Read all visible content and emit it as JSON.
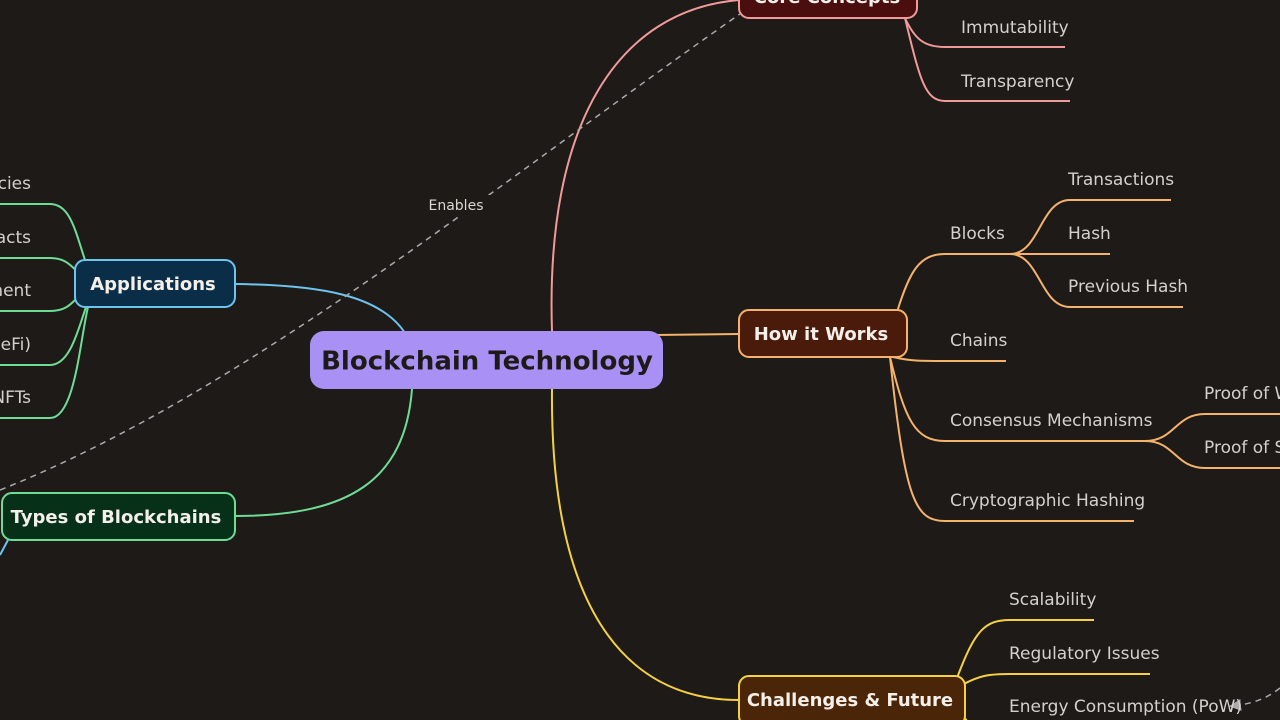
{
  "colors": {
    "background": "#1e1a18",
    "central": "#a990f5",
    "core": "#f09a9a",
    "how": "#f5b26b",
    "challenges": "#f5d142",
    "applications": "#6cc4f0",
    "types": "#6fdc96"
  },
  "central": {
    "label": "Blockchain Technology"
  },
  "core_concepts": {
    "label": "Core Concepts",
    "children": [
      "Immutability",
      "Transparency"
    ]
  },
  "how_it_works": {
    "label": "How it Works",
    "blocks": {
      "label": "Blocks",
      "children": [
        "Transactions",
        "Hash",
        "Previous Hash"
      ]
    },
    "chains": "Chains",
    "consensus": {
      "label": "Consensus Mechanisms",
      "children": [
        "Proof of W",
        "Proof of S"
      ]
    },
    "hashing": "Cryptographic Hashing"
  },
  "challenges": {
    "label": "Challenges & Future",
    "children": [
      "Scalability",
      "Regulatory Issues",
      "Energy Consumption (PoW)"
    ]
  },
  "applications": {
    "label": "Applications",
    "children": [
      "cies",
      "acts",
      "ment",
      "eFi)",
      "NFTs"
    ]
  },
  "types": {
    "label": "Types of Blockchains"
  },
  "relationship": {
    "label": "Enables"
  }
}
